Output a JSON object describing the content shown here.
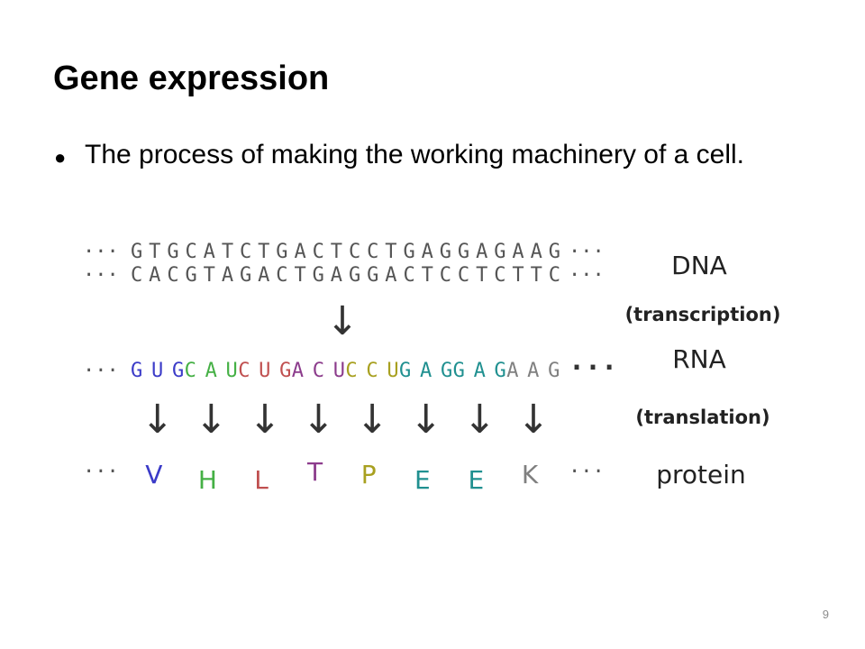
{
  "slide": {
    "title": "Gene expression",
    "bullet": "The process of making the working machinery of a cell.",
    "page_number": "9"
  },
  "diagram": {
    "ellipsis": "···",
    "dna_top": "GTGCATCTGACTCCTGAGGAGAAG",
    "dna_bottom": "CACGTAGACTGAGGACTCCTCTTC",
    "rna_codons": [
      "GUG",
      "CAU",
      "CUG",
      "ACU",
      "CCU",
      "GAG",
      "GAG",
      "AAG"
    ],
    "amino_acids": [
      "V",
      "H",
      "L",
      "T",
      "P",
      "E",
      "E",
      "K"
    ],
    "codon_colors": [
      "#3b3bc8",
      "#45b045",
      "#c05050",
      "#8c3c8c",
      "#a8a020",
      "#209090",
      "#209090",
      "#808080"
    ],
    "arrow_glyph": "↓",
    "labels": {
      "dna": "DNA",
      "transcription": "(transcription)",
      "rna": "RNA",
      "translation": "(translation)",
      "protein": "protein"
    }
  }
}
